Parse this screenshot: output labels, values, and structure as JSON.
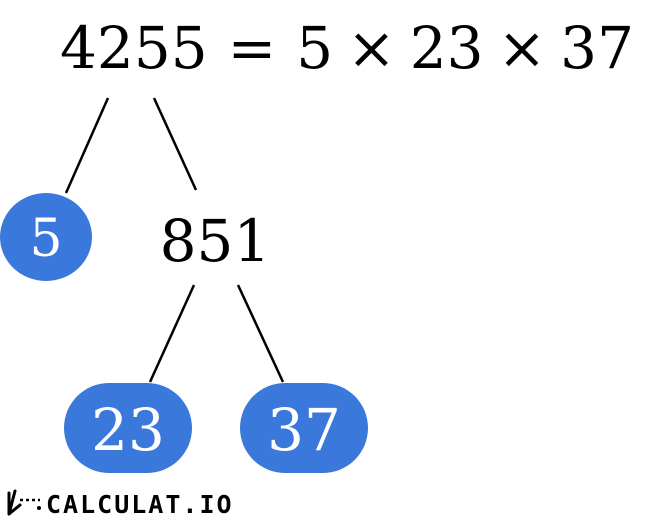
{
  "equation": {
    "number": "4255",
    "equals": "=",
    "factors": [
      "5",
      "23",
      "37"
    ],
    "times_symbol": "×"
  },
  "tree": {
    "root": "4255",
    "level1_prime": "5",
    "level1_composite": "851",
    "level2_primes": [
      "23",
      "37"
    ]
  },
  "colors": {
    "prime_fill": "#3b78dc",
    "prime_text": "#ffffff",
    "edge": "#000000",
    "text": "#000000"
  },
  "branding": {
    "logo_text": "CALCULAT.IO",
    "logo_icon": "pen-nib-icon"
  }
}
